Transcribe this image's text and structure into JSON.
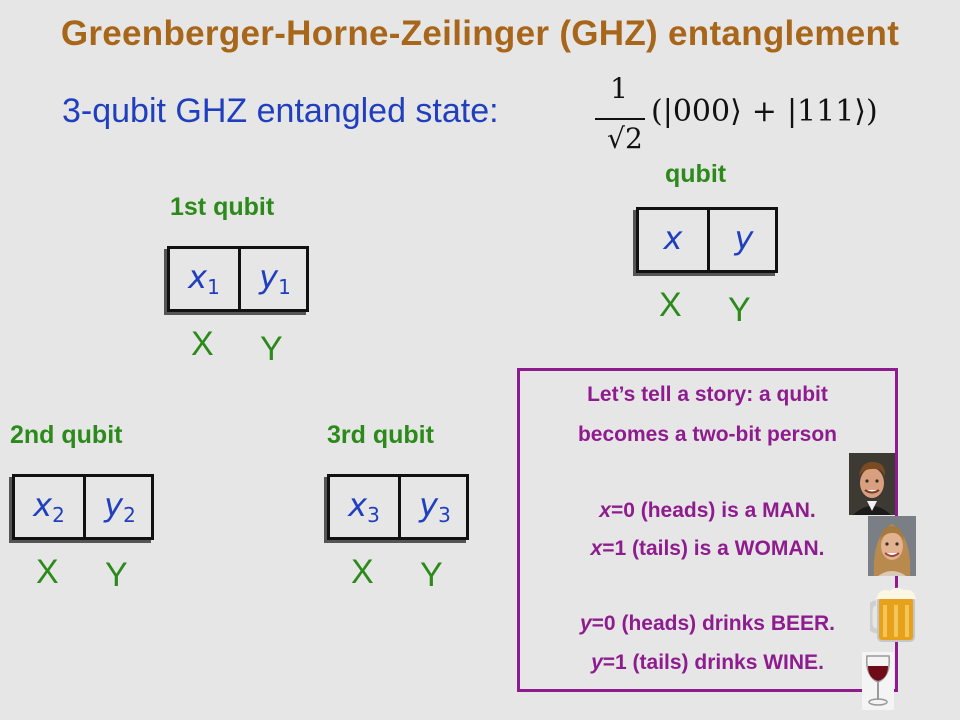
{
  "title": "Greenberger-Horne-Zeilinger (GHZ) entanglement",
  "state_label": "3-qubit GHZ entangled state:",
  "formula": {
    "numerator": "1",
    "denominator": "√2",
    "open_paren": "(",
    "ket1": "|000⟩",
    "plus": "+",
    "ket2": "|111⟩",
    "close_paren": ")"
  },
  "generic_qubit": {
    "label": "qubit",
    "left_cell": "x",
    "right_cell": "y",
    "left_letter": "X",
    "right_letter": "Y"
  },
  "qubits": [
    {
      "label": "1st qubit",
      "left_var": "x",
      "right_var": "y",
      "index": "1",
      "left_letter": "X",
      "right_letter": "Y"
    },
    {
      "label": "2nd qubit",
      "left_var": "x",
      "right_var": "y",
      "index": "2",
      "left_letter": "X",
      "right_letter": "Y"
    },
    {
      "label": "3rd qubit",
      "left_var": "x",
      "right_var": "y",
      "index": "3",
      "left_letter": "X",
      "right_letter": "Y"
    }
  ],
  "story": {
    "heading_line1": "Let’s tell a story: a qubit",
    "heading_line2": "becomes a two-bit person",
    "rule1_var": "x",
    "rule1_text": "=0 (heads) is a MAN.",
    "rule2_var": "x",
    "rule2_text": "=1 (tails) is a WOMAN.",
    "rule3_var": "y",
    "rule3_text": "=0 (heads) drinks BEER.",
    "rule4_var": "y",
    "rule4_text": "=1 (tails) drinks WINE."
  },
  "icons": {
    "man": "man-photo-icon",
    "woman": "woman-photo-icon",
    "beer": "beer-mug-icon",
    "wine": "wine-glass-icon"
  },
  "colors": {
    "background": "#e6e6e6",
    "title": "#a8661a",
    "blue": "#1f3fbf",
    "green": "#2b8a1a",
    "purple": "#8e1c8e"
  }
}
